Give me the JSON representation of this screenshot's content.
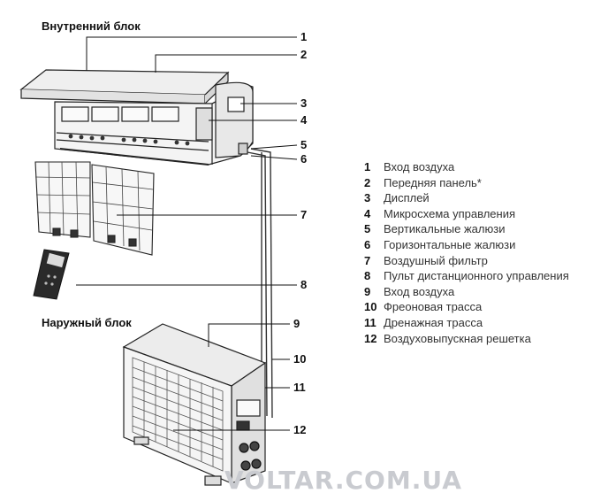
{
  "headings": {
    "indoor": "Внутренний блок",
    "outdoor": "Наружный блок"
  },
  "callouts": [
    "1",
    "2",
    "3",
    "4",
    "5",
    "6",
    "7",
    "8",
    "9",
    "10",
    "11",
    "12"
  ],
  "legend": [
    {
      "num": "1",
      "label": "Вход воздуха"
    },
    {
      "num": "2",
      "label": "Передняя панель*"
    },
    {
      "num": "3",
      "label": "Дисплей"
    },
    {
      "num": "4",
      "label": "Микросхема управления"
    },
    {
      "num": "5",
      "label": "Вертикальные жалюзи"
    },
    {
      "num": "6",
      "label": "Горизонтальные жалюзи"
    },
    {
      "num": "7",
      "label": "Воздушный фильтр"
    },
    {
      "num": "8",
      "label": "Пульт дистанционного управления"
    },
    {
      "num": "9",
      "label": "Вход воздуха"
    },
    {
      "num": "10",
      "label": "Фреоновая трасса"
    },
    {
      "num": "11",
      "label": "Дренажная трасса"
    },
    {
      "num": "12",
      "label": "Воздуховыпускная решетка"
    }
  ],
  "watermark": "VOLTAR.COM.UA"
}
